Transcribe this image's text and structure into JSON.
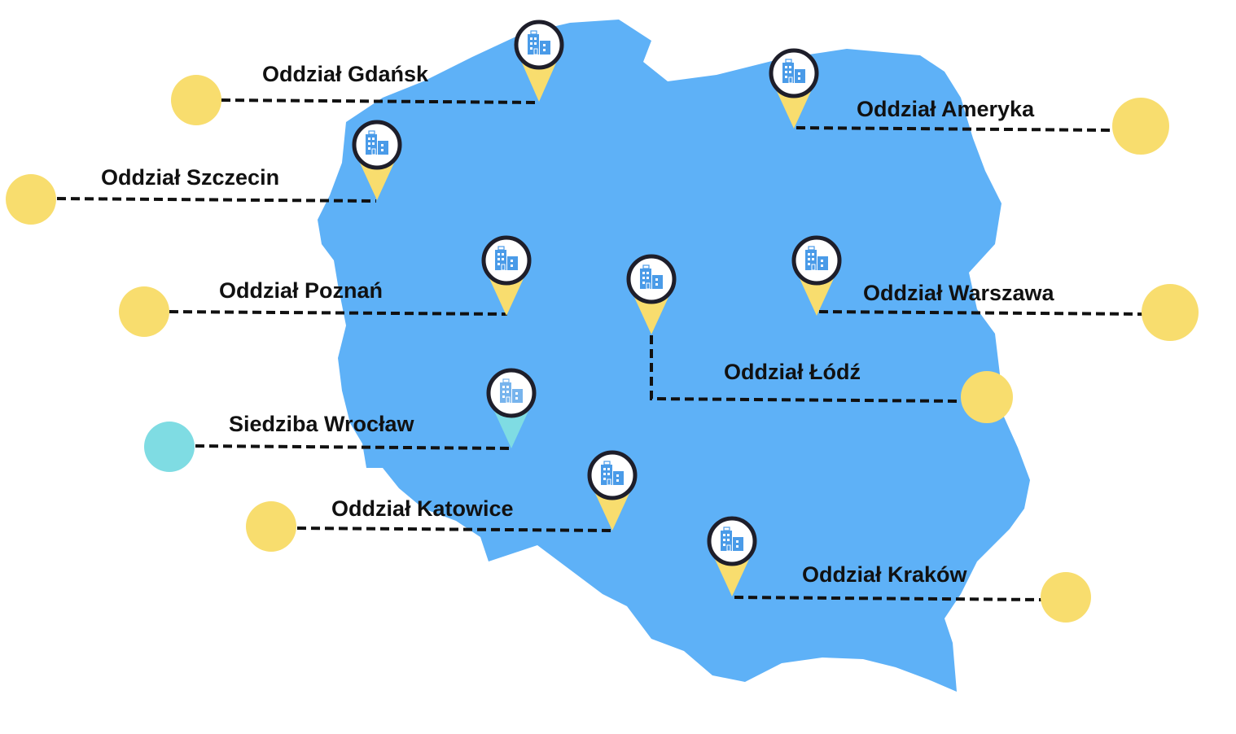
{
  "colors": {
    "country_fill": "#5EB1F7",
    "branch_dot": "#F8DD6E",
    "headquarters_dot": "#7FDCE3",
    "pin_ring": "#1E1E2A",
    "connector_line": "#111111"
  },
  "offices": [
    {
      "id": "gdansk",
      "kind": "branch",
      "label": "Oddział Gdańsk"
    },
    {
      "id": "ameryka",
      "kind": "branch",
      "label": "Oddział Ameryka"
    },
    {
      "id": "szczecin",
      "kind": "branch",
      "label": "Oddział Szczecin"
    },
    {
      "id": "poznan",
      "kind": "branch",
      "label": "Oddział Poznań"
    },
    {
      "id": "warszawa",
      "kind": "branch",
      "label": "Oddział Warszawa"
    },
    {
      "id": "lodz",
      "kind": "branch",
      "label": "Oddział Łódź"
    },
    {
      "id": "wroclaw",
      "kind": "headquarters",
      "label": "Siedziba Wrocław"
    },
    {
      "id": "katowice",
      "kind": "branch",
      "label": "Oddział Katowice"
    },
    {
      "id": "krakow",
      "kind": "branch",
      "label": "Oddział Kraków"
    }
  ]
}
